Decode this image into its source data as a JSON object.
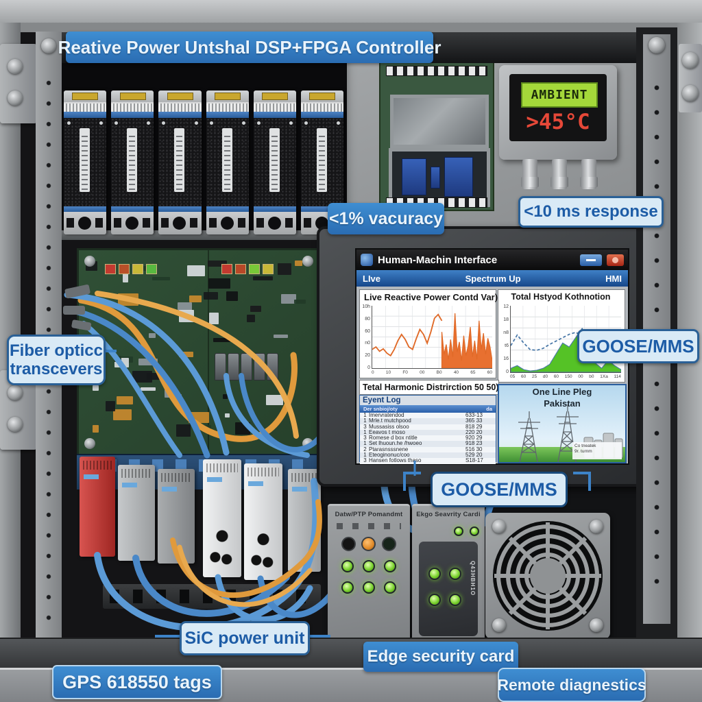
{
  "banner": {
    "title": "Reative Power Untshal DSP+FPGA Controller"
  },
  "callouts": {
    "accuracy": "<1% vacuracy",
    "response": "<10 ms response",
    "fiber_line1": "Fiber opticc",
    "fiber_line2": "transcevers",
    "goose_right": "GOOSE/MMS",
    "goose_bottom": "GOOSE/MMS",
    "sic": "SiC power unit",
    "edge": "Edge security card",
    "gps": "GPS 618550 tags",
    "remote": "Remote diagnestics"
  },
  "temp_display": {
    "label": "AMBIENT",
    "value": ">45°C"
  },
  "hmi": {
    "window_title": "Human-Machin Interface",
    "menu_left": "LIve",
    "menu_center": "Spectrum Up",
    "menu_right": "HMI",
    "left_chart_title": "Live Reactive Power Contd Var)",
    "right_chart_title": "Total Hstyod Kothnotion",
    "table_title": "Tetal Harmonic Distrirction 50 50)",
    "event_log_title": "Eyent Log",
    "event_header_left": "Der snbioj/oty",
    "event_header_right": "da",
    "event_rows": [
      [
        "1",
        "Imervratendod",
        "633-13"
      ],
      [
        "1",
        "Mrle.t mutchpood",
        "365 33"
      ],
      [
        "3",
        "Mussasiss olsoo",
        "818 29"
      ],
      [
        "1",
        "Eeavos t moso",
        "220 20"
      ],
      [
        "3",
        "Romese d box ntitle",
        "920 29"
      ],
      [
        "1",
        "Set lhuoun.he /hwoeo",
        "918 23"
      ],
      [
        "2",
        "Ptarasnsssnene",
        "516 30"
      ],
      [
        "1",
        "Eteoginonuc/coo",
        "529 20"
      ],
      [
        "3",
        "Hansen fotlows thaso",
        "S18-17"
      ]
    ],
    "oneline_title": "One Line Pleg",
    "oneline_subtitle": "Pakistan",
    "oneline_note_line1": "Co tneatek",
    "oneline_note_line2": "9r. turnm"
  },
  "equipment": {
    "box1_title": "Datw/PTP Pomandmt",
    "box2_title": "Ekgo Seavrity Cardi",
    "box2_side_text": "Q43HBH1O"
  },
  "chart_data": [
    {
      "type": "line-area",
      "title": "Live Reactive Power Contd Var)",
      "y_ticks": [
        "10h",
        "80",
        "60",
        "n0",
        "20",
        "0"
      ],
      "x_ticks": [
        "0",
        "10",
        "F0",
        "00",
        "B0",
        "40",
        "65",
        "60"
      ],
      "line_values": [
        30,
        34,
        27,
        31,
        24,
        20,
        30,
        44,
        54,
        46,
        34,
        30,
        47,
        62,
        54,
        40,
        58,
        80,
        86,
        76
      ],
      "line_to": 58,
      "area_values": [
        58,
        22,
        38,
        14,
        46,
        18,
        88,
        26,
        42,
        12,
        52,
        20,
        36,
        66,
        18,
        44,
        14,
        76,
        30,
        56,
        22,
        48,
        34,
        12
      ],
      "area_from": 58,
      "line_color": "#e06a28",
      "area_color": "#e87030",
      "ylim": [
        0,
        100
      ]
    },
    {
      "type": "line+area",
      "title": "Total Hstyod Kothnotion",
      "y_ticks": [
        "12",
        "18",
        "n8",
        "t6",
        "16",
        "0"
      ],
      "x_ticks": [
        "05",
        "60",
        "25",
        "d0",
        "60",
        "150",
        "00",
        "b0",
        "1Xa",
        "114"
      ],
      "line_values": [
        40,
        56,
        44,
        34,
        33,
        36,
        42,
        47,
        52,
        57,
        60,
        55,
        58,
        52,
        49,
        56,
        60,
        57
      ],
      "line_dash": true,
      "area_values": [
        6,
        10,
        4,
        2,
        3,
        6,
        12,
        28,
        44,
        38,
        52,
        66,
        48,
        14,
        6,
        18,
        10,
        4
      ],
      "area_from": 0,
      "line_color": "#4a78a8",
      "area_color": "#55c226",
      "ylim": [
        0,
        1.2
      ]
    }
  ],
  "colors": {
    "callout_blue": "#2e7fc2",
    "callout_light": "#d9eaf6",
    "callout_text_blue": "#1d5ca6",
    "lcd_green": "#a4d83a",
    "alarm_red": "#e64838",
    "cable_orange": "#e09a3c",
    "cable_blue": "#5b9ad6",
    "pcb_green": "#2e4c33"
  }
}
